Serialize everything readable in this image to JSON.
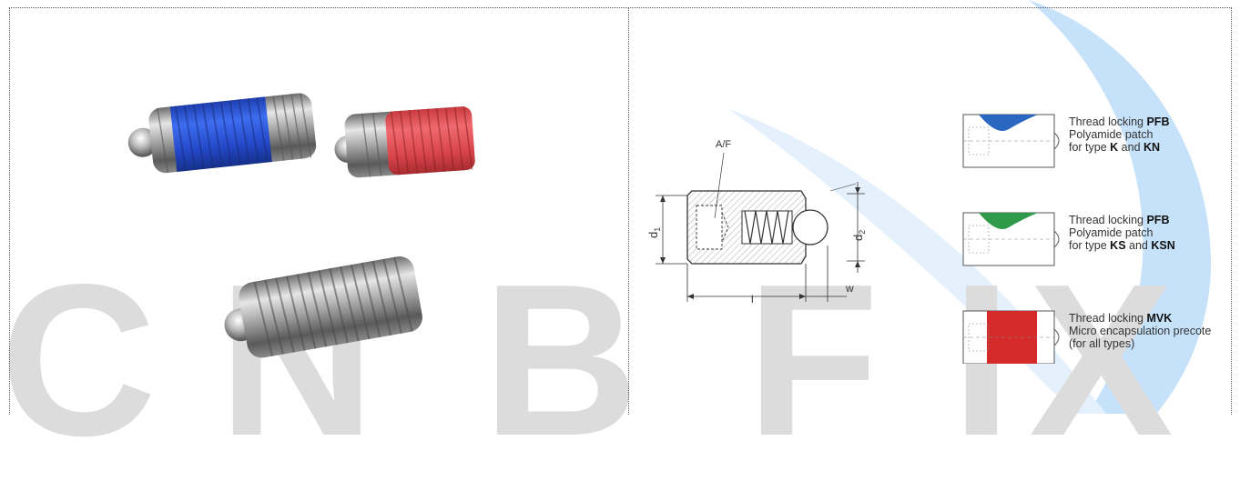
{
  "watermark": {
    "text": "CNBFIX",
    "letters": [
      "C",
      "N",
      "B",
      "F",
      "I",
      "X"
    ]
  },
  "drawing": {
    "label_af": "A/F",
    "label_d1": "d",
    "label_d1_sub": "1",
    "label_d2": "d",
    "label_d2_sub": "2",
    "label_l": "l",
    "label_w": "w"
  },
  "legend": [
    {
      "line1_prefix": "Thread locking ",
      "line1_bold": "PFB",
      "line2": "Polyamide patch",
      "line3_prefix": "for type ",
      "line3_b1": "K",
      "line3_mid": " and ",
      "line3_b2": "KN",
      "color": "#1f5fbf"
    },
    {
      "line1_prefix": "Thread locking ",
      "line1_bold": "PFB",
      "line2": "Polyamide patch",
      "line3_prefix": "for type ",
      "line3_b1": "KS",
      "line3_mid": " and ",
      "line3_b2": "KSN",
      "color": "#2e9a4a"
    },
    {
      "line1_prefix": "Thread locking ",
      "line1_bold": "MVK",
      "line2": "Micro encapsulation precote",
      "line3_prefix": "(for all types)",
      "line3_b1": "",
      "line3_mid": "",
      "line3_b2": "",
      "color": "#d42a2a"
    }
  ],
  "colors": {
    "blue_patch": "#2a55d8",
    "red_patch": "#d8434a",
    "watermark_blue": "#cfe6fb",
    "watermark_grey": "#dcdcdc"
  }
}
